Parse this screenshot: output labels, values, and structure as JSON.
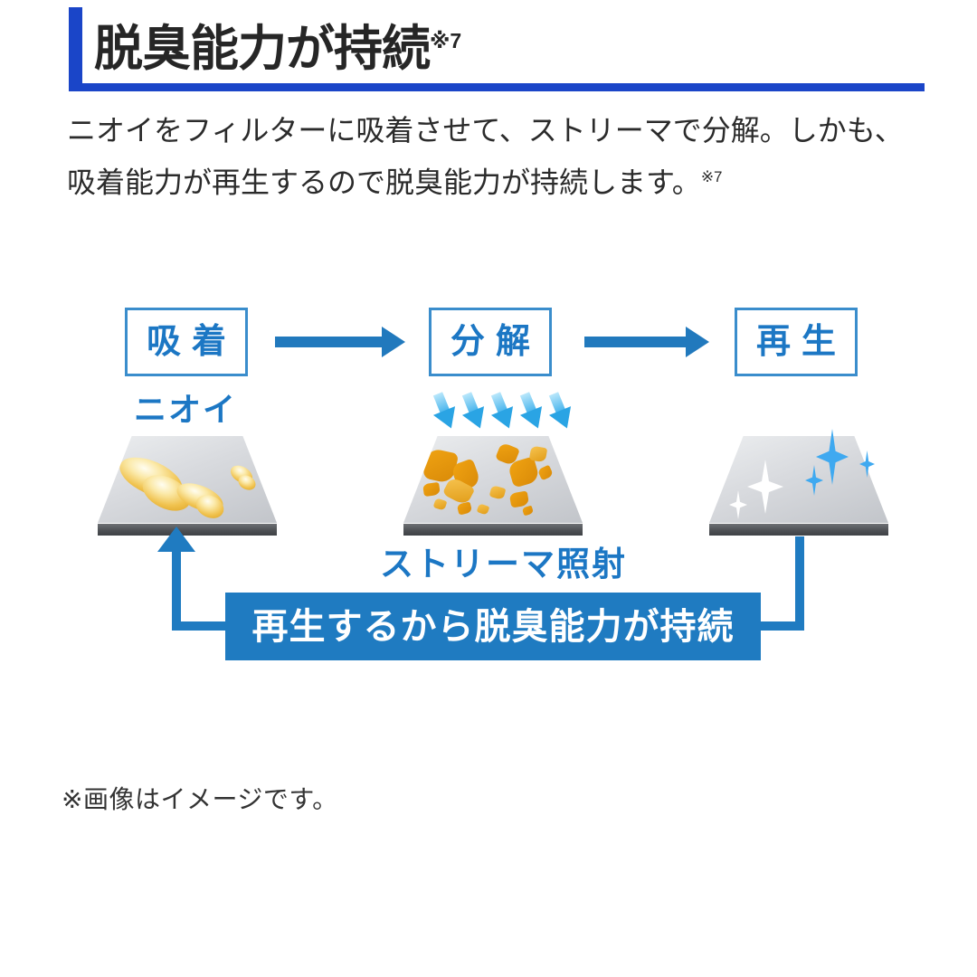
{
  "header": {
    "title": "脱臭能力が持続",
    "title_footnote": "※7",
    "accent_color": "#1a45c8"
  },
  "lede": {
    "line1": "ニオイをフィルターに吸着させて、ストリーマで分解。しかも、",
    "line2": "吸着能力が再生するので脱臭能力が持続します。",
    "line2_footnote": "※7"
  },
  "diagram": {
    "stages": [
      {
        "id": "adsorb",
        "label": "吸着"
      },
      {
        "id": "decompose",
        "label": "分解"
      },
      {
        "id": "regenerate",
        "label": "再生"
      }
    ],
    "labels": {
      "odor": "ニオイ",
      "streamer": "ストリーマ照射"
    },
    "banner": "再生するから脱臭能力が持続",
    "colors": {
      "box_border": "#3a8dcc",
      "box_text": "#1c77c4",
      "flow_arrow": "#2179bd",
      "banner_bg": "#1f7bc1",
      "banner_text": "#ffffff",
      "loop_line": "#1f7bc1",
      "streamer_arrow": "#2aa4e4",
      "odor_gold": "#f0c24e",
      "shard_orange": "#d98a08",
      "plate_gray": "#d8dade",
      "plate_edge": "#4c4f53"
    }
  },
  "footnote": "※画像はイメージです。"
}
